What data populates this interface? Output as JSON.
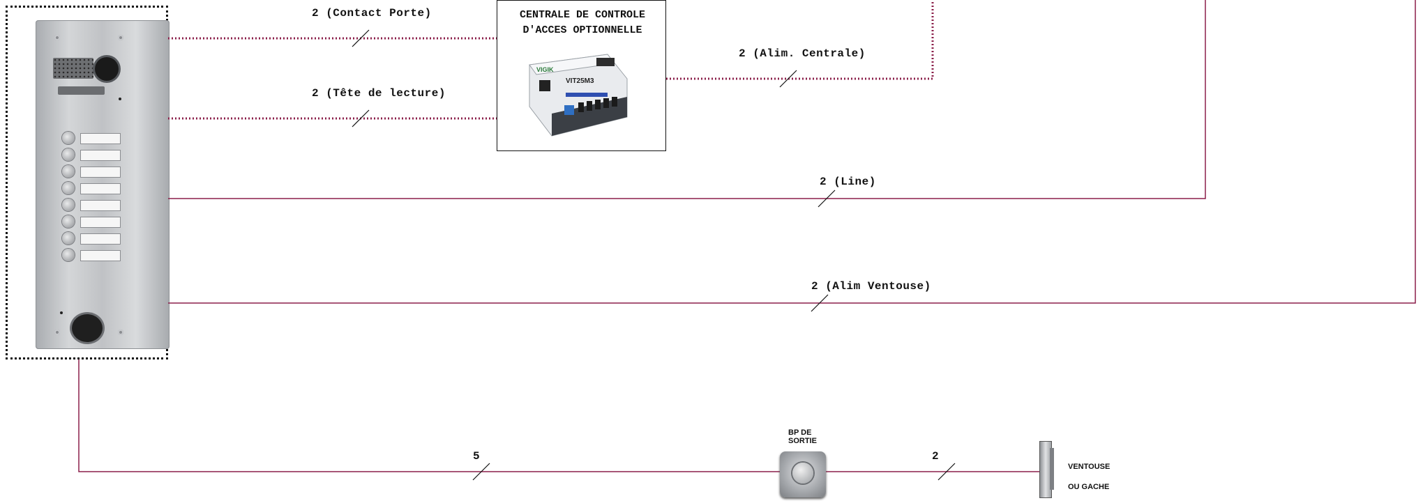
{
  "colors": {
    "wire": "#8b1f4a",
    "frame": "#111111"
  },
  "labels": {
    "contact_porte": "2 (Contact Porte)",
    "tete_lecture": "2 (Tête de lecture)",
    "alim_centrale": "2 (Alim. Centrale)",
    "line": "2 (Line)",
    "alim_ventouse": "2 (Alim Ventouse)",
    "bottom_count_5": "5",
    "bottom_count_2": "2"
  },
  "central": {
    "title": "CENTRALE DE CONTROLE\nD'ACCES OPTIONNELLE",
    "module_brand": "VIGIK",
    "module_model": "VIT25M3"
  },
  "bp": {
    "label": "BP DE\nSORTIE"
  },
  "ventouse": {
    "line1": "VENTOUSE",
    "line2": "OU GACHE"
  },
  "panel": {
    "button_count": 8,
    "icons": "🔔 ♿ 👂"
  }
}
